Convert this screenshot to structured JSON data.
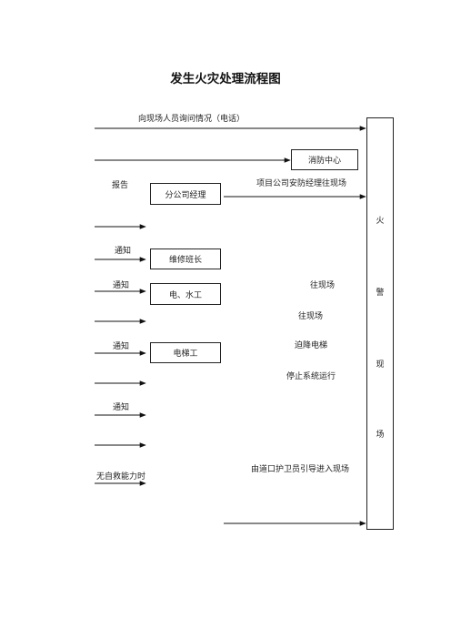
{
  "title": "发生火灾处理流程图",
  "labels": {
    "inquire": "向现场人员询问情况（电话）",
    "report": "报告",
    "project_manager": "项目公司安防经理往现场",
    "notify_1": "通知",
    "notify_2": "通知",
    "to_site_1": "往现场",
    "to_site_2": "往现场",
    "notify_3": "通知",
    "lower_elevator": "迫降电梯",
    "stop_system": "停止系统运行",
    "notify_4": "通知",
    "guard_guide": "由道口护卫员引导进入现场",
    "no_self_rescue": "无自救能力时"
  },
  "boxes": {
    "fire_center": "消防中心",
    "branch_manager": "分公司经理",
    "maintenance_leader": "维修班长",
    "electrician": "电、水工",
    "elevator_worker": "电梯工"
  },
  "fire_scene": {
    "chars": [
      "火",
      "警",
      "现",
      "场"
    ]
  }
}
